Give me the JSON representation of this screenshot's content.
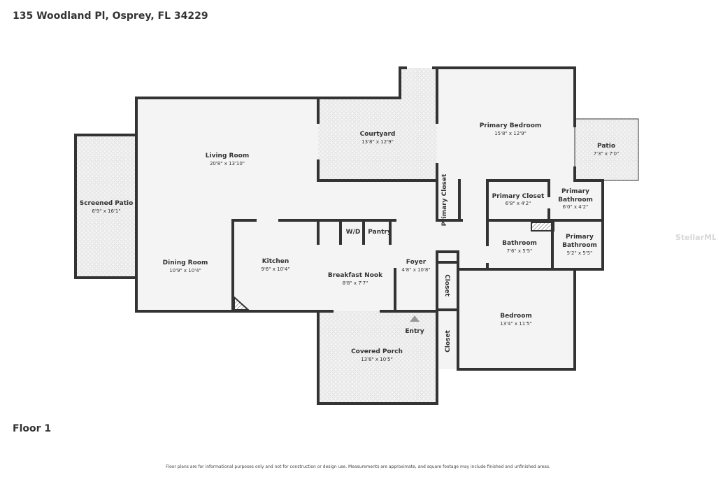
{
  "header": {
    "address": "135 Woodland Pl, Osprey, FL 34229"
  },
  "floor_label": "Floor 1",
  "disclaimer": "Floor plans are for informational purposes only and not for construction or design use. Measurements are approximate, and square footage may include finished and unfinished areas.",
  "watermark": "StellarMLS",
  "rooms": {
    "screened_patio": {
      "name": "Screened Patio",
      "dims": "6'9\" x 16'1\""
    },
    "living_room": {
      "name": "Living Room",
      "dims": "20'8\" x 13'10\""
    },
    "dining_room": {
      "name": "Dining Room",
      "dims": "10'9\" x 10'4\""
    },
    "kitchen": {
      "name": "Kitchen",
      "dims": "9'6\" x 10'4\""
    },
    "wd": {
      "name": "W/D"
    },
    "pantry": {
      "name": "Pantry"
    },
    "breakfast_nook": {
      "name": "Breakfast Nook",
      "dims": "8'8\" x 7'7\""
    },
    "foyer": {
      "name": "Foyer",
      "dims": "4'8\" x 10'8\""
    },
    "courtyard": {
      "name": "Courtyard",
      "dims": "13'8\" x 12'9\""
    },
    "primary_bedroom": {
      "name": "Primary Bedroom",
      "dims": "15'8\" x 12'9\""
    },
    "patio": {
      "name": "Patio",
      "dims": "7'3\" x 7'0\""
    },
    "primary_closet_v": {
      "name": "Primary Closet"
    },
    "primary_closet": {
      "name": "Primary Closet",
      "dims": "6'8\" x 4'2\""
    },
    "primary_bathroom_1": {
      "name1": "Primary",
      "name2": "Bathroom",
      "dims": "6'0\" x 4'2\""
    },
    "bathroom": {
      "name": "Bathroom",
      "dims": "7'6\" x 5'5\""
    },
    "primary_bathroom_2": {
      "name1": "Primary",
      "name2": "Bathroom",
      "dims": "5'2\" x 5'5\""
    },
    "closet_1": {
      "name": "Closet"
    },
    "closet_2": {
      "name": "Closet"
    },
    "bedroom": {
      "name": "Bedroom",
      "dims": "13'4\" x 11'5\""
    },
    "covered_porch": {
      "name": "Covered Porch",
      "dims": "13'8\" x 10'5\""
    },
    "entry": {
      "name": "Entry"
    }
  }
}
